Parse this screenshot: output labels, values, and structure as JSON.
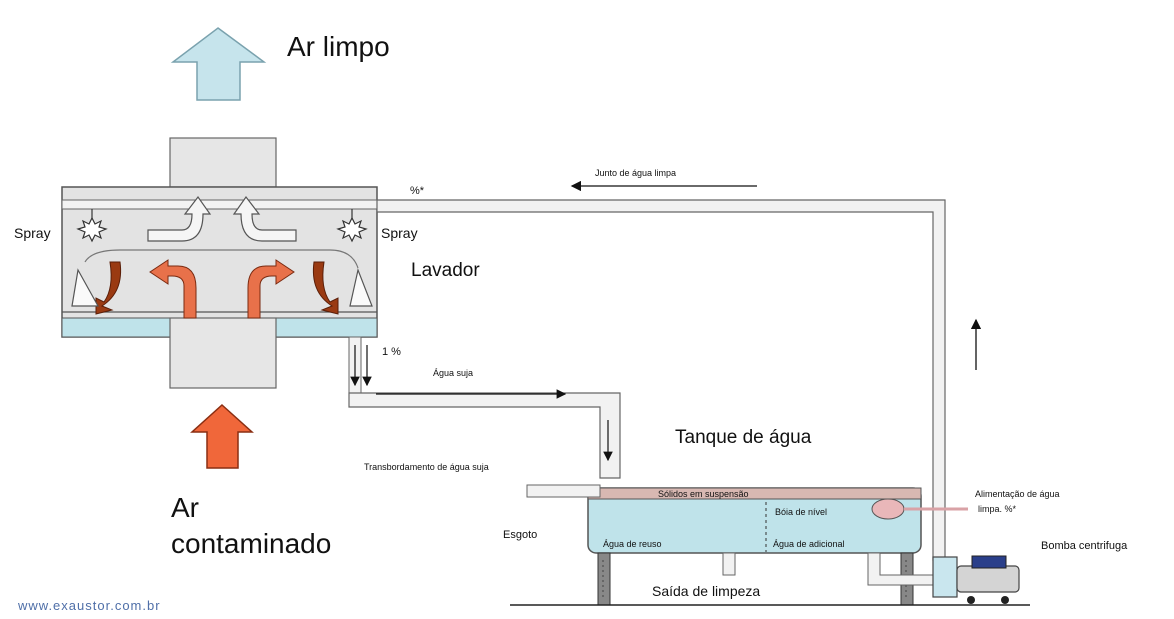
{
  "labels": {
    "clean_air": "Ar limpo",
    "contaminated_air_1": "Ar",
    "contaminated_air_2": "contaminado",
    "spray_left": "Spray",
    "spray_right": "Spray",
    "washer": "Lavador",
    "clean_water_return": "Junto de água limpa",
    "percent_top": "%*",
    "one_percent": "1 %",
    "dirty_water": "Água suja",
    "tank": "Tanque de água",
    "overflow": "Transbordamento de água suja",
    "sewer": "Esgoto",
    "suspended_solids": "Sólidos em suspensão",
    "float_level": "Bóia de nível",
    "reuse_water": "Água de reuso",
    "added_water": "Água de adicional",
    "clean_water_feed_1": "Alimentação de água",
    "clean_water_feed_2": "limpa. %*",
    "centrifugal_pump": "Bomba centrifuga",
    "cleaning_outlet": "Saída de limpeza",
    "website": "www.exaustor.com.br"
  },
  "colors": {
    "clean_air_arrow": "#c6e4ec",
    "contaminated_air_arrow": "#f0673a",
    "water": "#bfe3ea",
    "housing": "#e6e6e6",
    "orange_flow": "#e8714a",
    "pipe": "#f2f2f2"
  }
}
